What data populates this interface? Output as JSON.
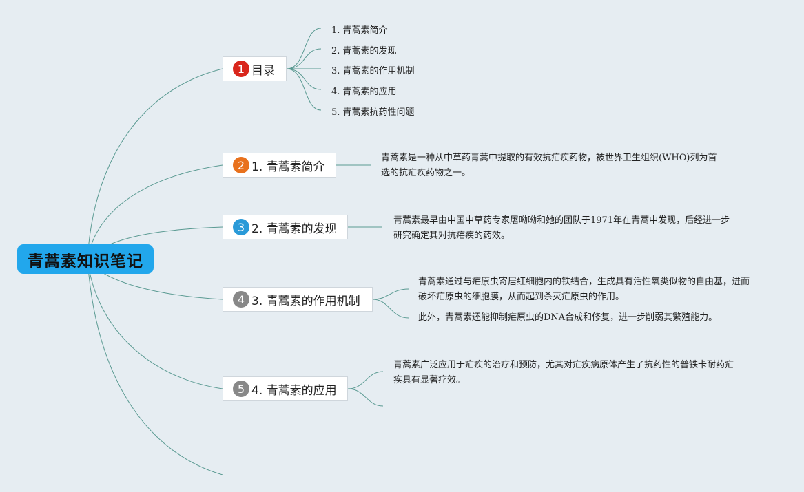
{
  "root": {
    "title": "青蒿素知识笔记",
    "color": "#22a7ec"
  },
  "branches": [
    {
      "badge": "1",
      "badge_color": "#d9261c",
      "label": "目录"
    },
    {
      "badge": "2",
      "badge_color": "#e8711d",
      "label": "1. 青蒿素简介"
    },
    {
      "badge": "3",
      "badge_color": "#2a9ad8",
      "label": "2. 青蒿素的发现"
    },
    {
      "badge": "4",
      "badge_color": "#888888",
      "label": "3. 青蒿素的作用机制"
    },
    {
      "badge": "5",
      "badge_color": "#888888",
      "label": "4. 青蒿素的应用"
    }
  ],
  "toc": [
    "1. 青蒿素简介",
    "2. 青蒿素的发现",
    "3. 青蒿素的作用机制",
    "4. 青蒿素的应用",
    "5. 青蒿素抗药性问题"
  ],
  "descriptions": {
    "intro": "青蒿素是一种从中草药青蒿中提取的有效抗疟疾药物，被世界卫生组织(WHO)列为首选的抗疟疾药物之一。",
    "discovery": "青蒿素最早由中国中草药专家屠呦呦和她的团队于1971年在青蒿中发现，后经进一步研究确定其对抗疟疾的药效。",
    "mechanism_1": "青蒿素通过与疟原虫寄居红细胞内的铁结合，生成具有活性氧类似物的自由基，进而破坏疟原虫的细胞膜，从而起到杀灭疟原虫的作用。",
    "mechanism_2": "此外，青蒿素还能抑制疟原虫的DNA合成和修复，进一步削弱其繁殖能力。",
    "application": "青蒿素广泛应用于疟疾的治疗和预防，尤其对疟疾病原体产生了抗药性的普铁卡耐药疟疾具有显著疗效。"
  },
  "colors": {
    "connector": "#5a9a92",
    "background": "#e6edf2"
  }
}
